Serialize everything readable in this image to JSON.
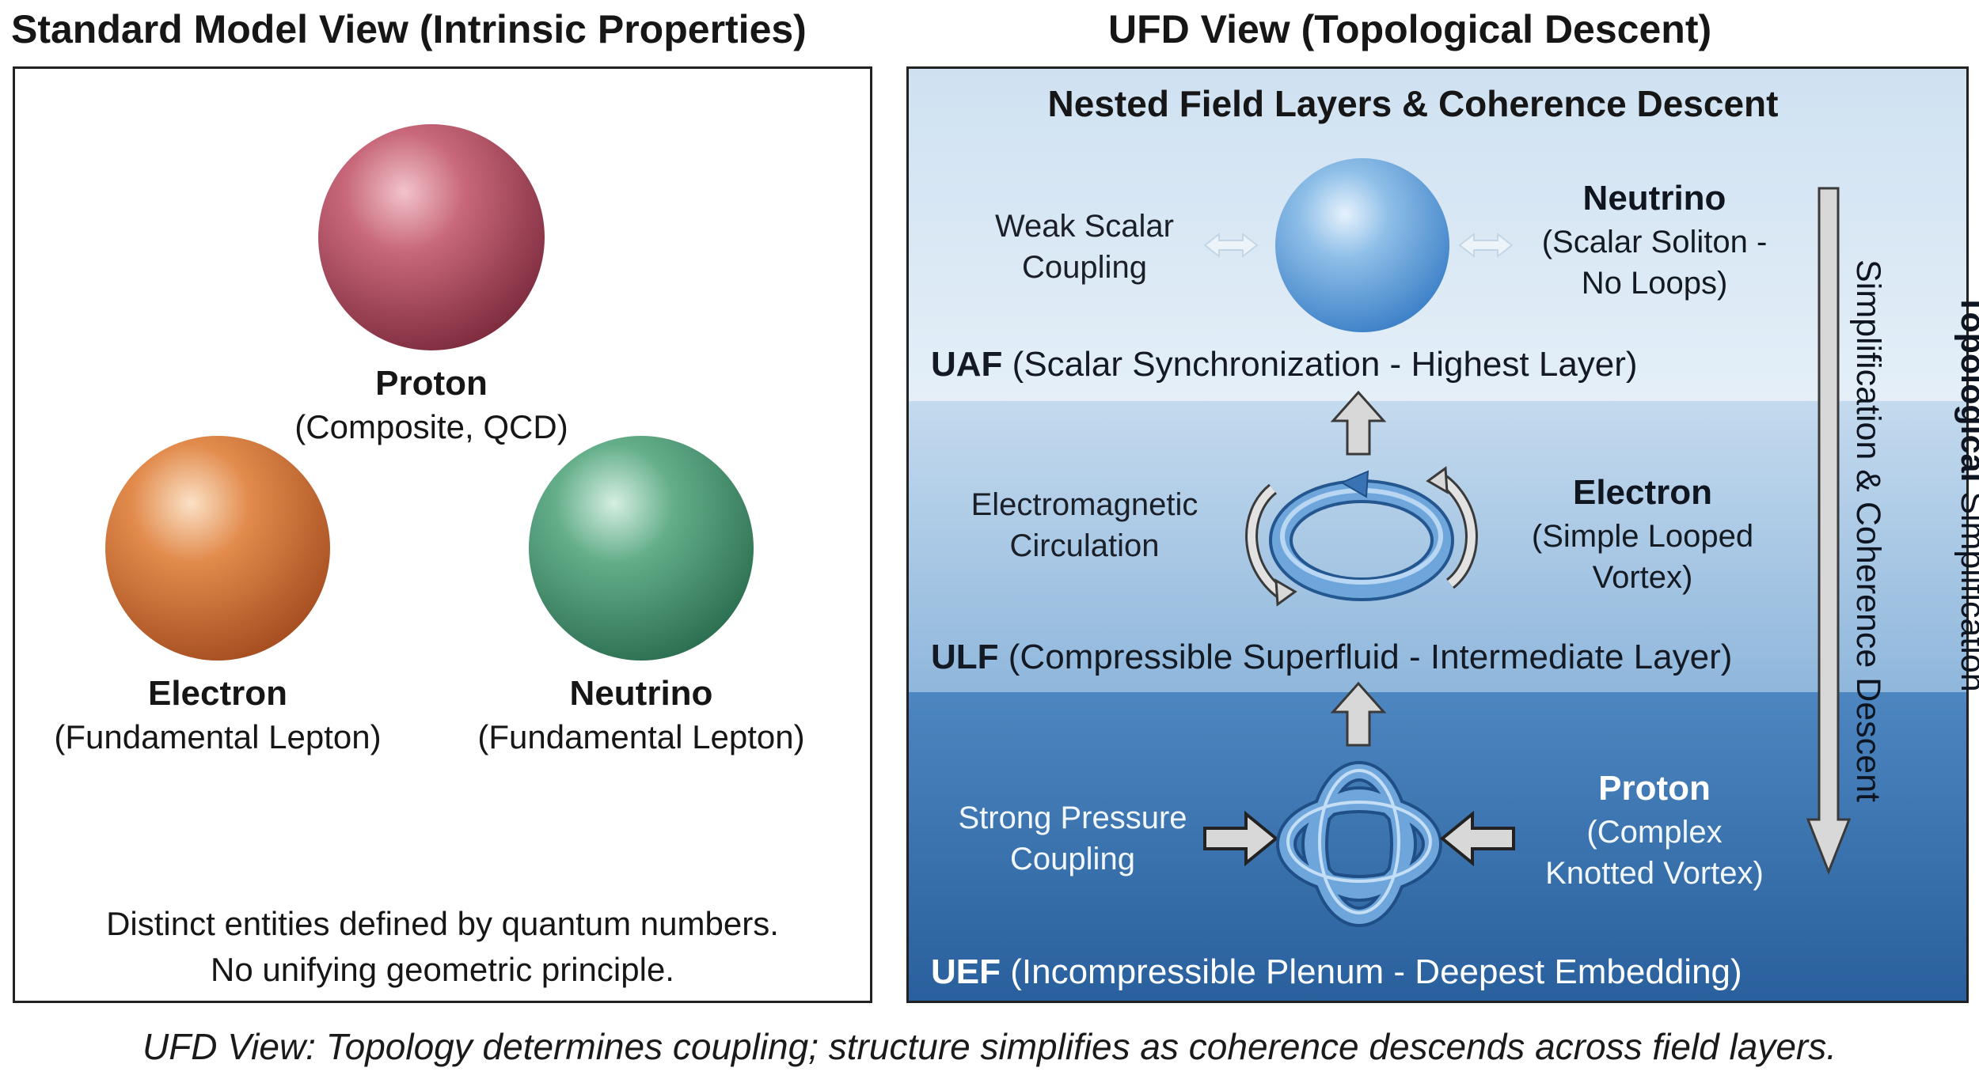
{
  "left_panel": {
    "title": "Standard Model View (Intrinsic Properties)",
    "particles": [
      {
        "name": "Proton",
        "description": "(Composite, QCD)",
        "color": "#b04a5e"
      },
      {
        "name": "Electron",
        "description": "(Fundamental Lepton)",
        "color": "#d9773a"
      },
      {
        "name": "Neutrino",
        "description": "(Fundamental Lepton)",
        "color": "#4e9a78"
      }
    ],
    "note_line1": "Distinct entities defined by quantum numbers.",
    "note_line2": "No unifying geometric principle."
  },
  "right_panel": {
    "title": "UFD View (Topological Descent)",
    "heading": "Nested Field Layers & Coherence Descent",
    "layers": [
      {
        "abbr": "UAF",
        "description": "(Scalar Synchronization - Highest Layer)"
      },
      {
        "abbr": "ULF",
        "description": "(Compressible Superfluid - Intermediate Layer)"
      },
      {
        "abbr": "UEF",
        "description": "(Incompressible Plenum - Deepest Embedding)"
      }
    ],
    "couplings": [
      {
        "line1": "Weak Scalar",
        "line2": "Coupling"
      },
      {
        "line1": "Electromagnetic",
        "line2": "Circulation"
      },
      {
        "line1": "Strong Pressure",
        "line2": "Coupling"
      }
    ],
    "particles": [
      {
        "name": "Neutrino",
        "line1": "(Scalar Soliton -",
        "line2": "No Loops)"
      },
      {
        "name": "Electron",
        "line1": "(Simple Looped",
        "line2": "Vortex)"
      },
      {
        "name": "Proton",
        "line1": "(Complex",
        "line2": "Knotted Vortex)"
      }
    ],
    "descent_bold": "Topological",
    "descent_rest": "Simplification",
    "descent_line2": "Simplification & Coherence Descent",
    "colors": {
      "top": "#dceaf5",
      "middle": "#a7c7e3",
      "bottom": "#3f78b4"
    }
  },
  "caption": "UFD View: Topology determines coupling; structure simplifies as coherence descends across field layers."
}
